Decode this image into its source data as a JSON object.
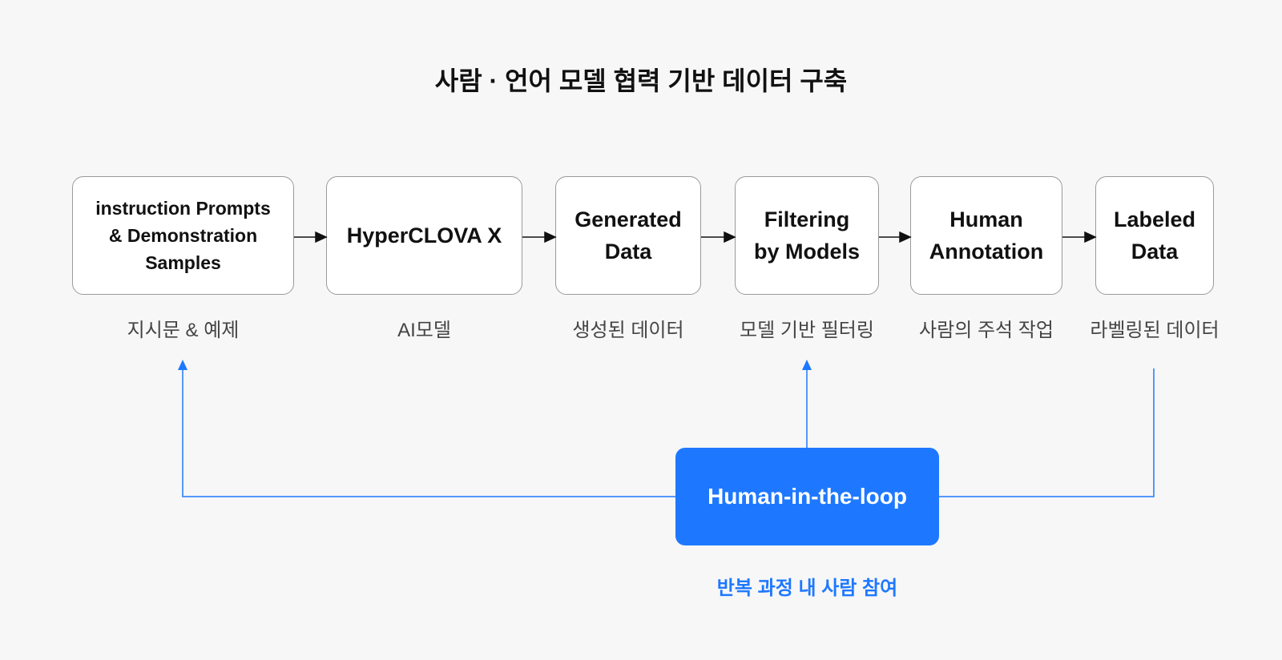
{
  "title": "사람 · 언어 모델 협력 기반 데이터 구축",
  "steps": [
    {
      "label": "instruction Prompts\n& Demonstration\nSamples",
      "caption": "지시문 & 예제"
    },
    {
      "label": "HyperCLOVA X",
      "caption": "AI모델"
    },
    {
      "label": "Generated\nData",
      "caption": "생성된 데이터"
    },
    {
      "label": "Filtering\nby Models",
      "caption": "모델 기반 필터링"
    },
    {
      "label": "Human\nAnnotation",
      "caption": "사람의 주석 작업"
    },
    {
      "label": "Labeled\nData",
      "caption": "라벨링된 데이터"
    }
  ],
  "loop": {
    "label": "Human-in-the-loop",
    "caption": "반복 과정 내 사람 참여"
  },
  "colors": {
    "accent": "#1e78ff",
    "background": "#f7f7f7"
  }
}
